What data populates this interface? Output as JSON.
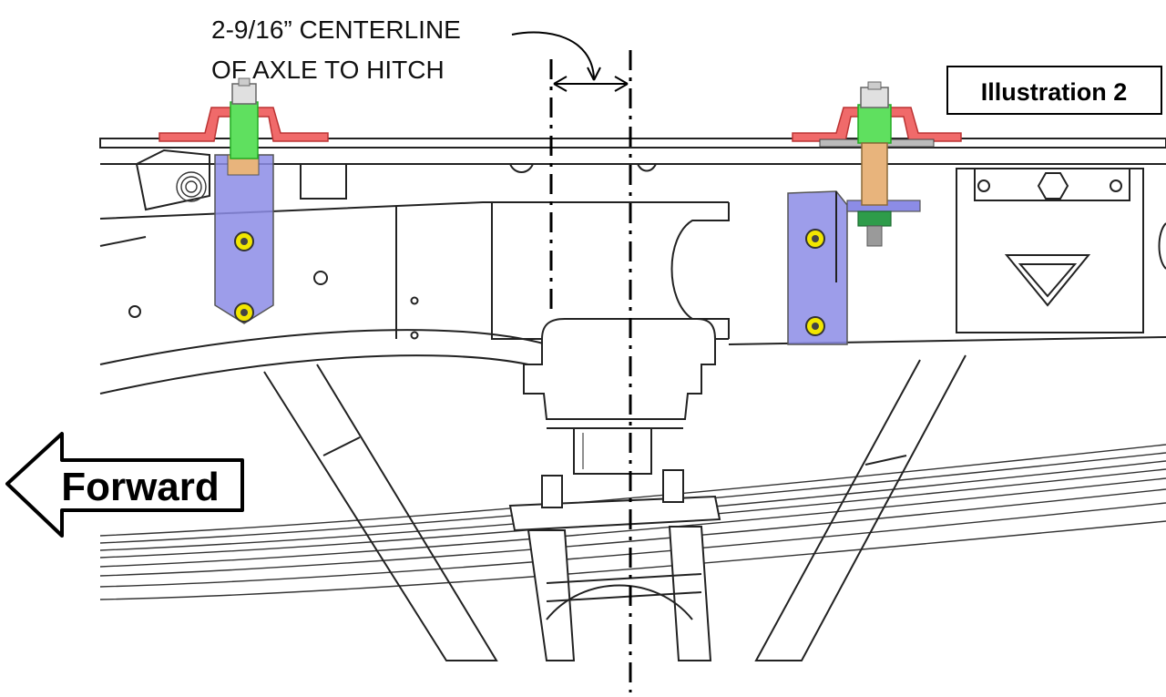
{
  "annotation": {
    "line1": "2-9/16”  CENTERLINE",
    "line2": "OF AXLE TO HITCH"
  },
  "illustration_label": "Illustration 2",
  "direction_label": "Forward",
  "colors": {
    "bracket_blue": "#8c8ce6",
    "u_bolt_red": "#f06a6a",
    "spacer_green": "#5fe05f",
    "sleeve_tan": "#e8b47c",
    "bolt_yellow": "#f2e600",
    "line": "#222222"
  }
}
